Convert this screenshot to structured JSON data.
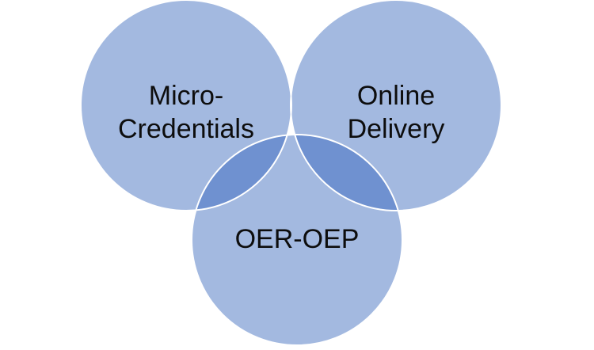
{
  "venn": {
    "sets": [
      {
        "id": "micro",
        "lines": [
          "Micro-",
          "Credentials"
        ]
      },
      {
        "id": "online",
        "lines": [
          "Online",
          "Delivery"
        ]
      },
      {
        "id": "oer",
        "lines": [
          "OER-OEP"
        ]
      }
    ],
    "colors": {
      "circle_fill": "#a3b9e0",
      "overlap_fill": "#6f91d0",
      "circle_stroke": "#ffffff",
      "text": "#0d0d0d"
    }
  }
}
